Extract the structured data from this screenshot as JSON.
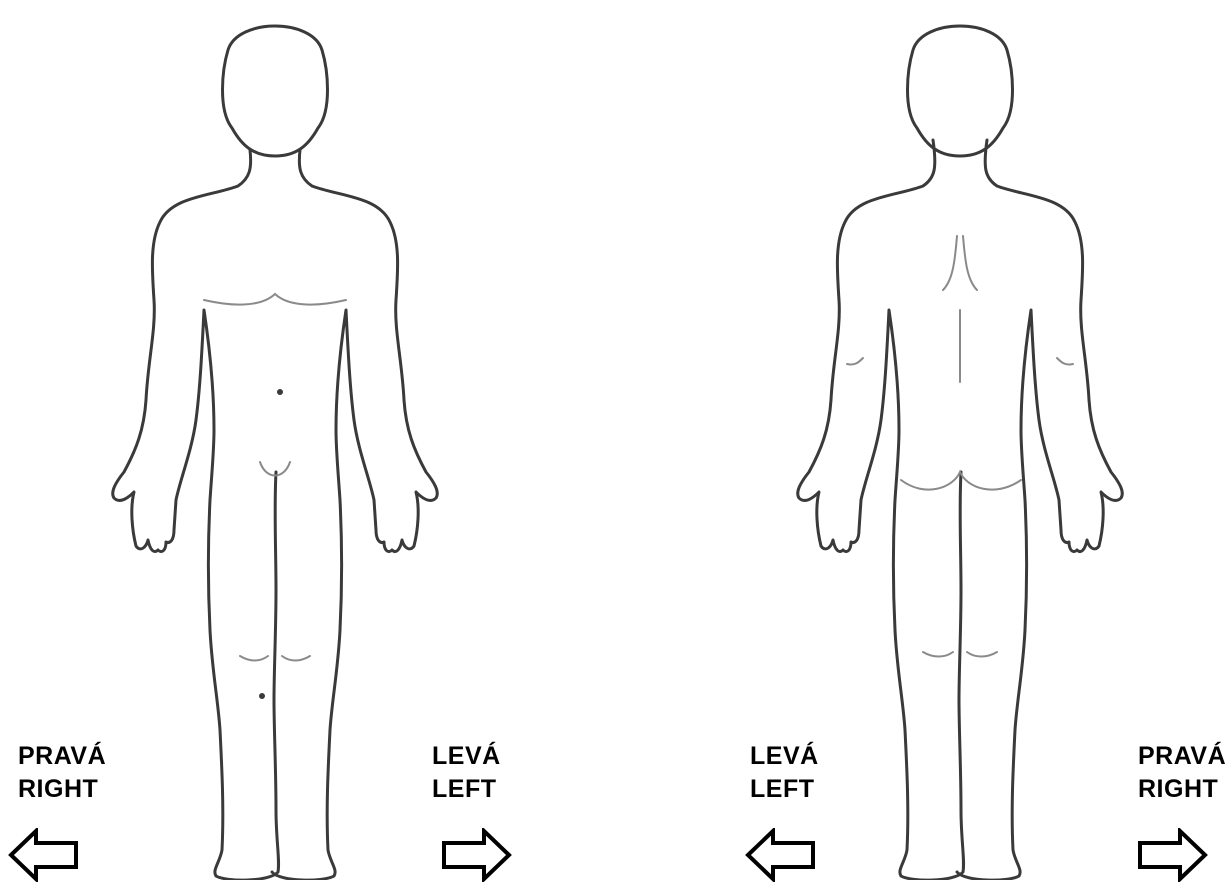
{
  "front": {
    "left_label": {
      "cz": "PRAVÁ",
      "en": "RIGHT",
      "arrow": "left-arrow-icon"
    },
    "right_label": {
      "cz": "LEVÁ",
      "en": "LEFT",
      "arrow": "right-arrow-icon"
    }
  },
  "back": {
    "left_label": {
      "cz": "LEVÁ",
      "en": "LEFT",
      "arrow": "left-arrow-icon"
    },
    "right_label": {
      "cz": "PRAVÁ",
      "en": "RIGHT",
      "arrow": "right-arrow-icon"
    }
  },
  "colors": {
    "outline": "#3a3a3a",
    "detail": "#8a8a8a",
    "text": "#000000"
  }
}
